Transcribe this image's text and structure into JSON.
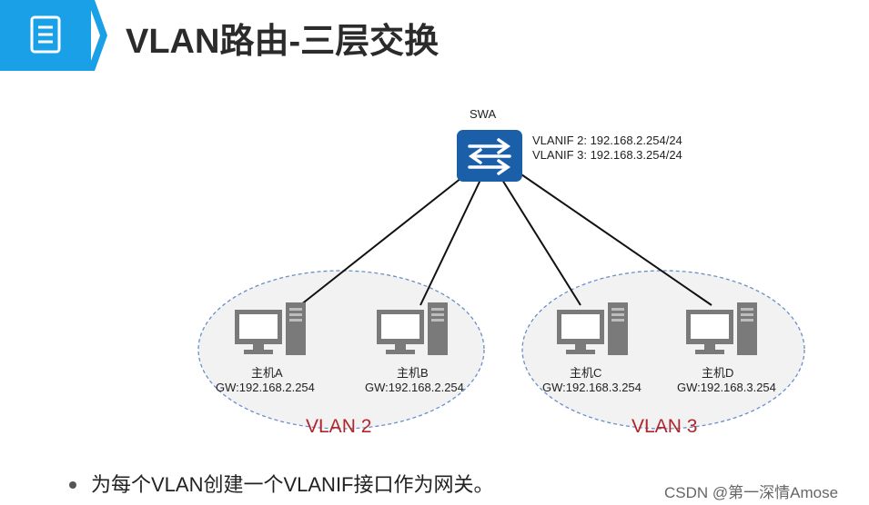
{
  "header": {
    "title": "VLAN路由-三层交换",
    "band_color": "#1aa0e6",
    "icon": "document-icon"
  },
  "switch": {
    "name": "SWA",
    "vlanif_2": "VLANIF 2: 192.168.2.254/24",
    "vlanif_3": "VLANIF 3: 192.168.3.254/24",
    "color": "#1a5fa8"
  },
  "hosts": [
    {
      "name": "主机A",
      "gw": "GW:192.168.2.254"
    },
    {
      "name": "主机B",
      "gw": "GW:192.168.2.254"
    },
    {
      "name": "主机C",
      "gw": "GW:192.168.3.254"
    },
    {
      "name": "主机D",
      "gw": "GW:192.168.3.254"
    }
  ],
  "vlans": [
    {
      "label": "VLAN 2"
    },
    {
      "label": "VLAN 3"
    }
  ],
  "bullet": "为每个VLAN创建一个VLANIF接口作为网关。",
  "watermark": "CSDN @第一深情Amose"
}
